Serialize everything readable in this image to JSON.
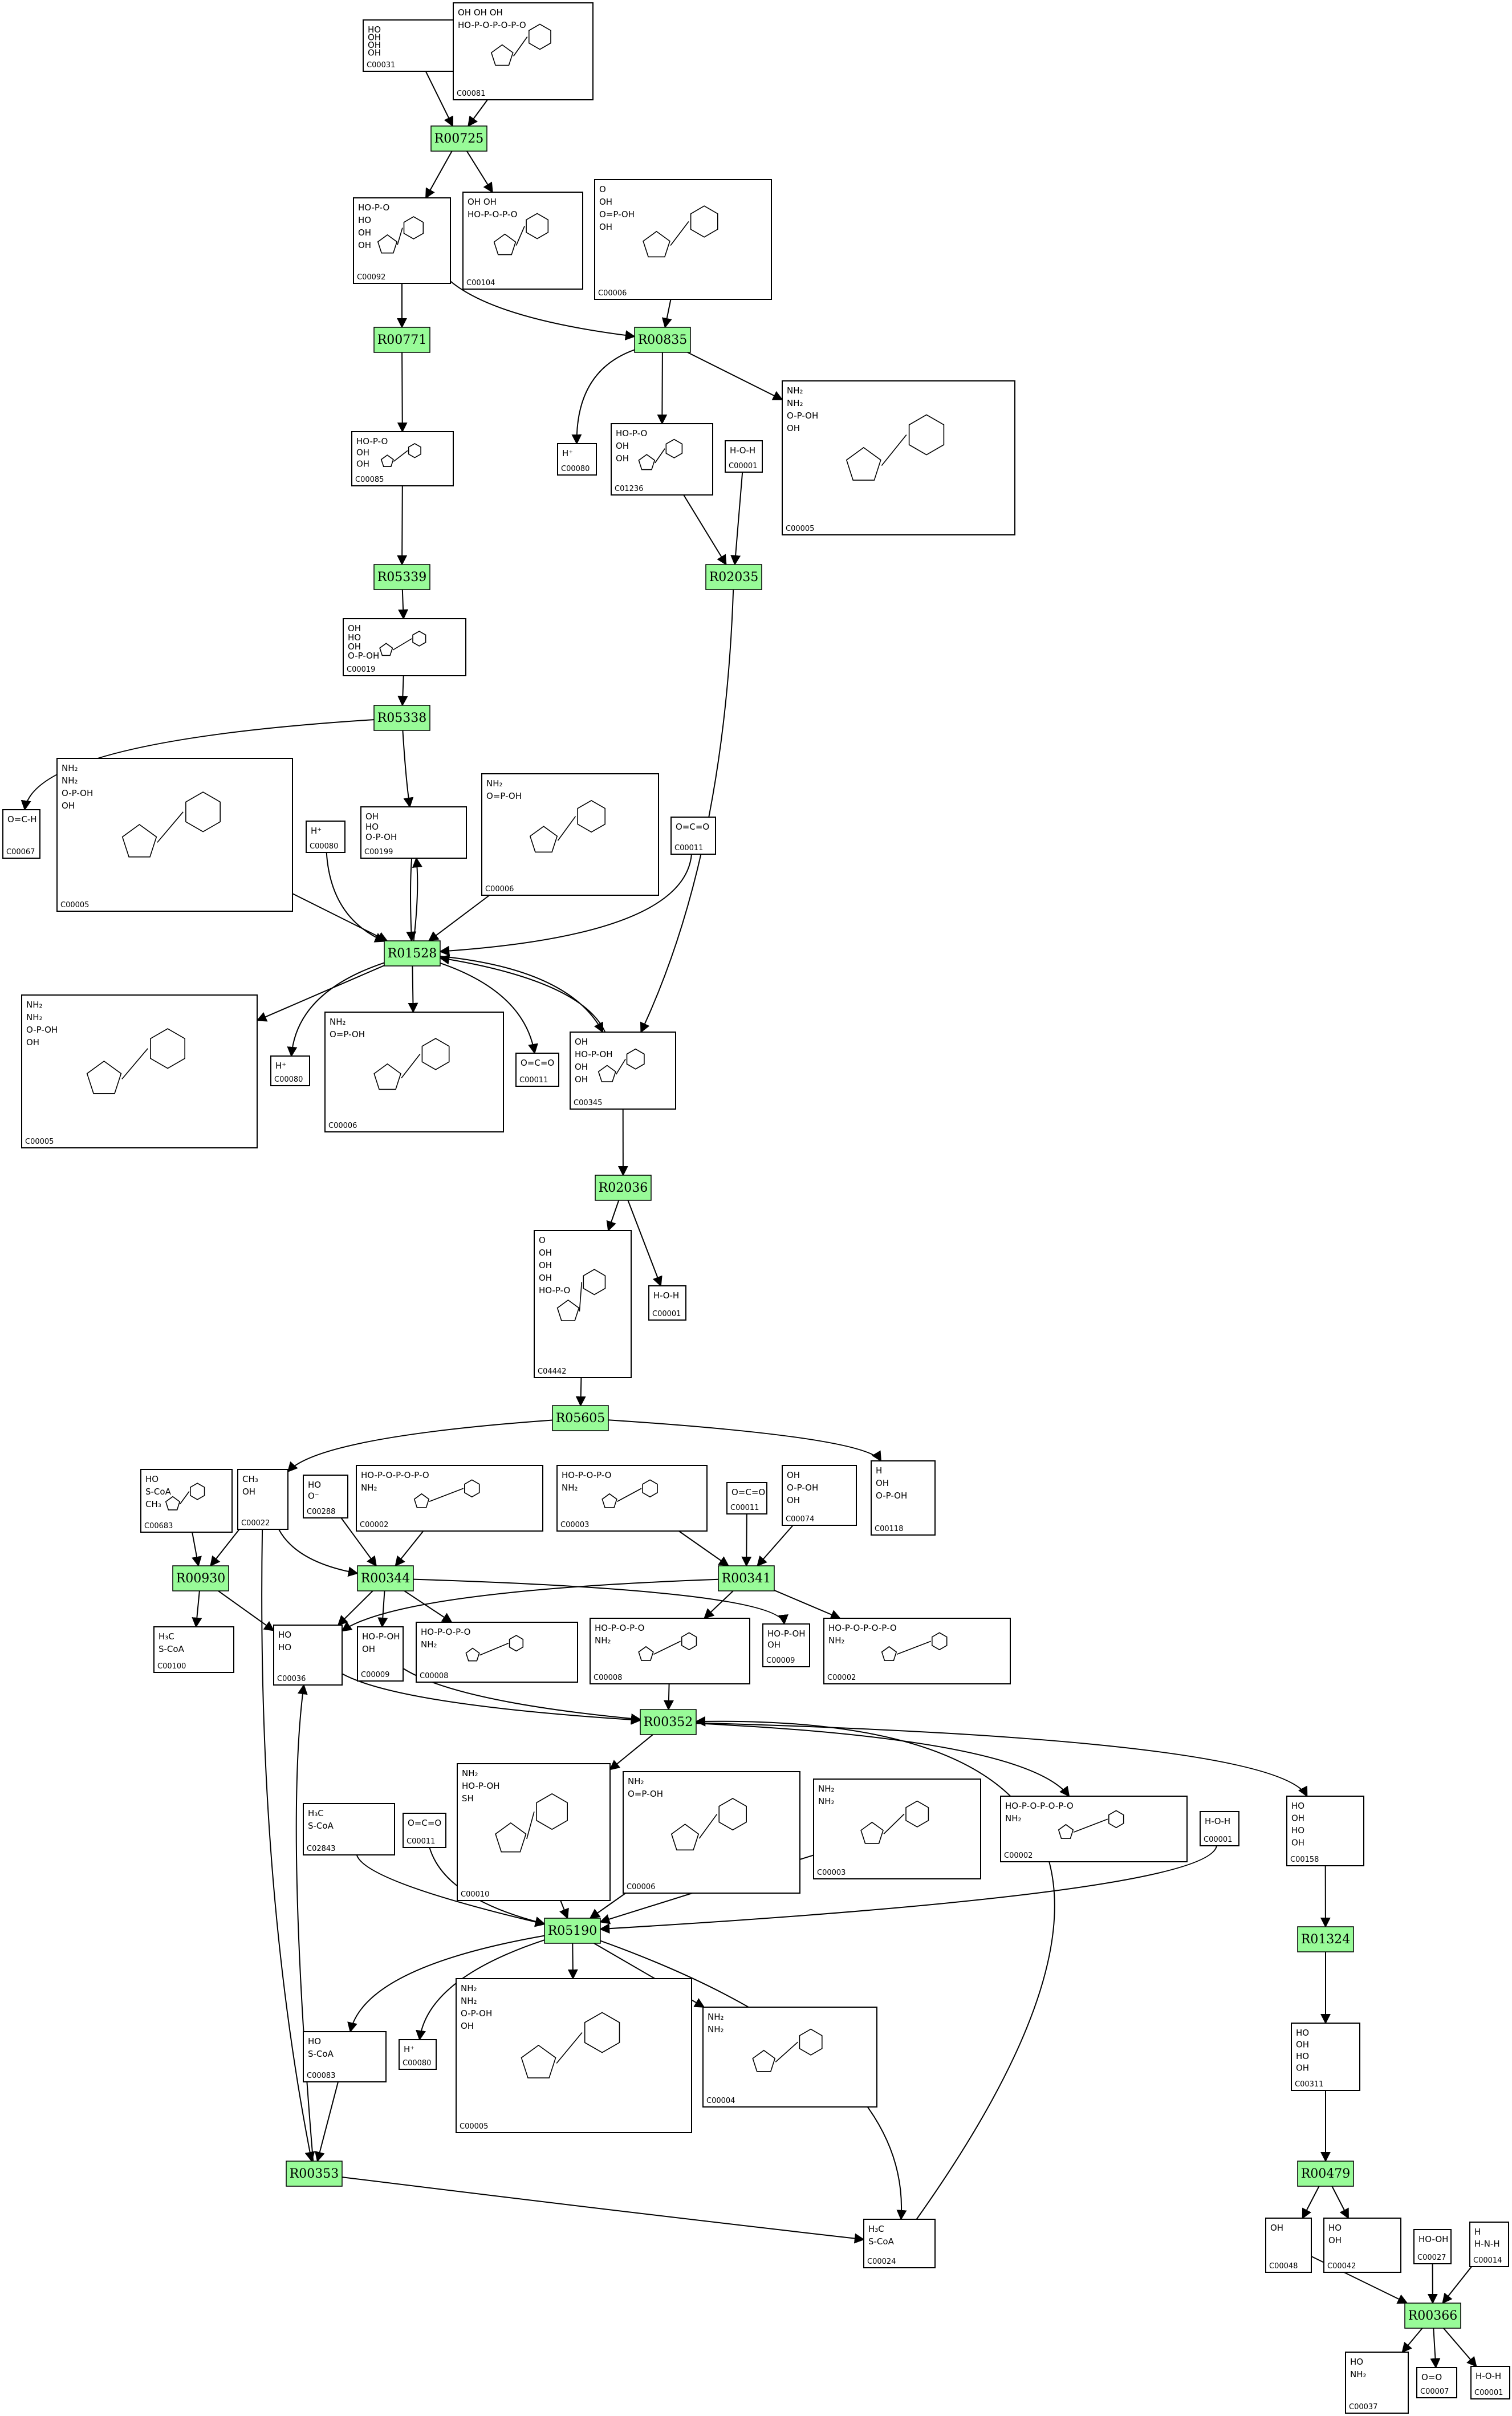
{
  "reactions": [
    "R00725",
    "R00771",
    "R00835",
    "R05339",
    "R02035",
    "R05338",
    "R01528",
    "R02036",
    "R05605",
    "R00930",
    "R00344",
    "R00341",
    "R00352",
    "R05190",
    "R01324",
    "R00353",
    "R00479",
    "R00366"
  ],
  "compounds": {
    "C00031": {
      "label": "C00031",
      "lines": [
        "HO",
        "OH",
        "OH",
        "OH"
      ]
    },
    "C00081": {
      "label": "C00081",
      "lines": [
        "OH OH OH",
        "HO-P-O-P-O-P-O"
      ]
    },
    "C00092": {
      "label": "C00092",
      "lines": [
        "HO-P-O",
        "HO",
        "OH",
        "OH"
      ]
    },
    "C00104": {
      "label": "C00104",
      "lines": [
        "OH OH",
        "HO-P-O-P-O"
      ]
    },
    "C00006_a": {
      "label": "C00006",
      "lines": [
        "O",
        "OH",
        "O=P-OH",
        "OH"
      ]
    },
    "C00080_a": {
      "label": "C00080",
      "lines": [
        "H⁺"
      ]
    },
    "C01236": {
      "label": "C01236",
      "lines": [
        "HO-P-O",
        "OH",
        "OH"
      ]
    },
    "C00001_a": {
      "label": "C00001",
      "lines": [
        "H‑O‑H"
      ]
    },
    "C00005_a": {
      "label": "C00005",
      "lines": [
        "NH₂",
        "NH₂",
        "O-P-OH",
        "OH"
      ]
    },
    "C00085": {
      "label": "C00085",
      "lines": [
        "HO-P-O",
        "OH",
        "OH"
      ]
    },
    "C00019": {
      "label": "C00019",
      "lines": [
        "OH",
        "HO",
        "OH",
        "O-P-OH"
      ]
    },
    "C00067": {
      "label": "C00067",
      "lines": [
        "O=C-H"
      ]
    },
    "C00005_b": {
      "label": "C00005",
      "lines": [
        "NH₂",
        "NH₂",
        "O-P-OH",
        "OH"
      ]
    },
    "C00080_b": {
      "label": "C00080",
      "lines": [
        "H⁺"
      ]
    },
    "C00199": {
      "label": "C00199",
      "lines": [
        "OH",
        "HO",
        "O-P-OH"
      ]
    },
    "C00006_b": {
      "label": "C00006",
      "lines": [
        "NH₂",
        "O=P-OH"
      ]
    },
    "C00011_a": {
      "label": "C00011",
      "lines": [
        "O=C=O"
      ]
    },
    "C00005_c": {
      "label": "C00005",
      "lines": [
        "NH₂",
        "NH₂",
        "O-P-OH",
        "OH"
      ]
    },
    "C00080_c": {
      "label": "C00080",
      "lines": [
        "H⁺"
      ]
    },
    "C00006_c": {
      "label": "C00006",
      "lines": [
        "NH₂",
        "O=P-OH"
      ]
    },
    "C00011_b": {
      "label": "C00011",
      "lines": [
        "O=C=O"
      ]
    },
    "C00345": {
      "label": "C00345",
      "lines": [
        "OH",
        "HO-P-OH",
        "OH",
        "OH"
      ]
    },
    "C04442": {
      "label": "C04442",
      "lines": [
        "O",
        "OH",
        "OH",
        "OH",
        "HO-P-O"
      ]
    },
    "C00001_b": {
      "label": "C00001",
      "lines": [
        "H‑O‑H"
      ]
    },
    "C00683": {
      "label": "C00683",
      "lines": [
        "HO",
        "S-CoA",
        "CH₃"
      ]
    },
    "C00022": {
      "label": "C00022",
      "lines": [
        "CH₃",
        "OH"
      ]
    },
    "C00288": {
      "label": "C00288",
      "lines": [
        "HO",
        "O⁻"
      ]
    },
    "C00002_a": {
      "label": "C00002",
      "lines": [
        "HO-P-O-P-O-P-O",
        "NH₂"
      ]
    },
    "C00003_a": {
      "label": "C00003",
      "lines": [
        "HO-P-O-P-O",
        "NH₂"
      ]
    },
    "C00011_c": {
      "label": "C00011",
      "lines": [
        "O=C=O"
      ]
    },
    "C00074": {
      "label": "C00074",
      "lines": [
        "OH",
        "O-P-OH",
        "OH"
      ]
    },
    "C00118": {
      "label": "C00118",
      "lines": [
        "H",
        "OH",
        "O-P-OH"
      ]
    },
    "C00100": {
      "label": "C00100",
      "lines": [
        "H₃C",
        "S-CoA"
      ]
    },
    "C00036": {
      "label": "C00036",
      "lines": [
        "HO",
        "HO"
      ]
    },
    "C00009_a": {
      "label": "C00009",
      "lines": [
        "HO-P-OH",
        "OH"
      ]
    },
    "C00008_a": {
      "label": "C00008",
      "lines": [
        "HO-P-O-P-O",
        "NH₂"
      ]
    },
    "C00008_b": {
      "label": "C00008",
      "lines": [
        "HO-P-O-P-O",
        "NH₂"
      ]
    },
    "C00009_b": {
      "label": "C00009",
      "lines": [
        "HO-P-OH",
        "OH"
      ]
    },
    "C00002_b": {
      "label": "C00002",
      "lines": [
        "HO-P-O-P-O-P-O",
        "NH₂"
      ]
    },
    "C02843": {
      "label": "C02843",
      "lines": [
        "H₃C",
        "S-CoA"
      ]
    },
    "C00011_d": {
      "label": "C00011",
      "lines": [
        "O=C=O"
      ]
    },
    "C00010": {
      "label": "C00010",
      "lines": [
        "NH₂",
        "HO-P-OH",
        "SH"
      ]
    },
    "C00006_d": {
      "label": "C00006",
      "lines": [
        "NH₂",
        "O=P-OH"
      ]
    },
    "C00003_b": {
      "label": "C00003",
      "lines": [
        "NH₂",
        "NH₂"
      ]
    },
    "C00002_c": {
      "label": "C00002",
      "lines": [
        "HO-P-O-P-O-P-O",
        "NH₂"
      ]
    },
    "C00001_c": {
      "label": "C00001",
      "lines": [
        "H‑O‑H"
      ]
    },
    "C00158": {
      "label": "C00158",
      "lines": [
        "HO",
        "OH",
        "HO",
        "OH"
      ]
    },
    "C00083": {
      "label": "C00083",
      "lines": [
        "HO",
        "S-CoA"
      ]
    },
    "C00080_d": {
      "label": "C00080",
      "lines": [
        "H⁺"
      ]
    },
    "C00005_d": {
      "label": "C00005",
      "lines": [
        "NH₂",
        "NH₂",
        "O-P-OH",
        "OH"
      ]
    },
    "C00004": {
      "label": "C00004",
      "lines": [
        "NH₂",
        "NH₂"
      ]
    },
    "C00311": {
      "label": "C00311",
      "lines": [
        "HO",
        "OH",
        "HO",
        "OH"
      ]
    },
    "C00024": {
      "label": "C00024",
      "lines": [
        "H₃C",
        "S-CoA"
      ]
    },
    "C00048": {
      "label": "C00048",
      "lines": [
        "OH"
      ]
    },
    "C00042": {
      "label": "C00042",
      "lines": [
        "HO",
        "OH"
      ]
    },
    "C00027": {
      "label": "C00027",
      "lines": [
        "HO-OH"
      ]
    },
    "C00014": {
      "label": "C00014",
      "lines": [
        "H",
        "H-N-H"
      ]
    },
    "C00037": {
      "label": "C00037",
      "lines": [
        "HO",
        "NH₂"
      ]
    },
    "C00007": {
      "label": "C00007",
      "lines": [
        "O=O"
      ]
    },
    "C00001_d": {
      "label": "C00001",
      "lines": [
        "H‑O‑H"
      ]
    }
  }
}
